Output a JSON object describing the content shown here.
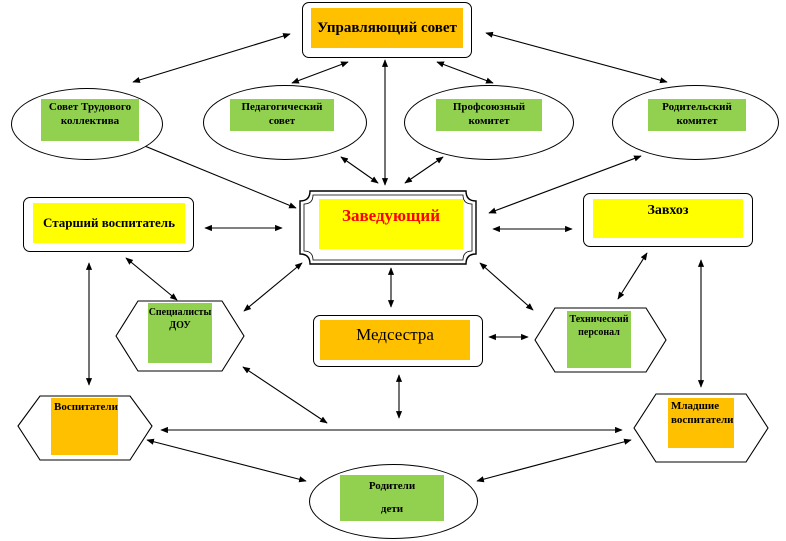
{
  "colors": {
    "yellow": "#ffff00",
    "orange": "#ffc000",
    "green": "#92d050",
    "red_text": "#ff0000",
    "stroke": "#000000"
  },
  "nodes": {
    "council": "Управляющий совет",
    "labor_council": "Совет Трудового коллектива",
    "ped_council": "Педагогический совет",
    "union": "Профсоюзный комитет",
    "parent_committee": "Родительский комитет",
    "head": "Заведующий",
    "senior_teacher": "Старший воспитатель",
    "supply_manager": "Завхоз",
    "specialists": "Специалисты ДОУ",
    "nurse": "Медсестра",
    "tech_staff": "Технический персонал",
    "teachers": "Воспитатели",
    "junior_teachers": "Младшие воспитатели",
    "parents": "Родители",
    "children": "дети"
  }
}
